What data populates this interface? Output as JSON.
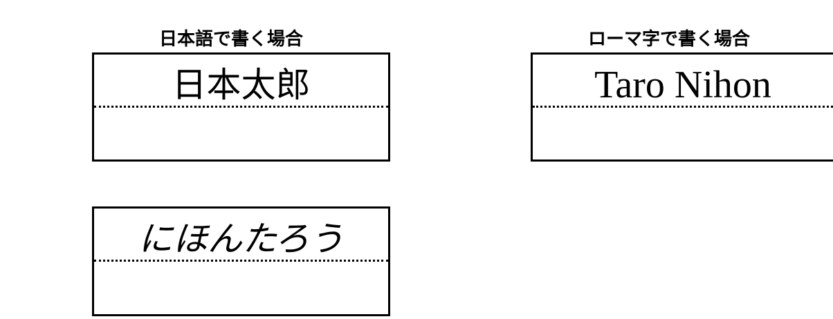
{
  "japanese_section": {
    "heading": "日本語で書く場合",
    "kanji_name": "日本太郎",
    "hiragana_name": "にほんたろう"
  },
  "romaji_section": {
    "heading": "ローマ字で書く場合",
    "romaji_name": "Taro Nihon"
  }
}
